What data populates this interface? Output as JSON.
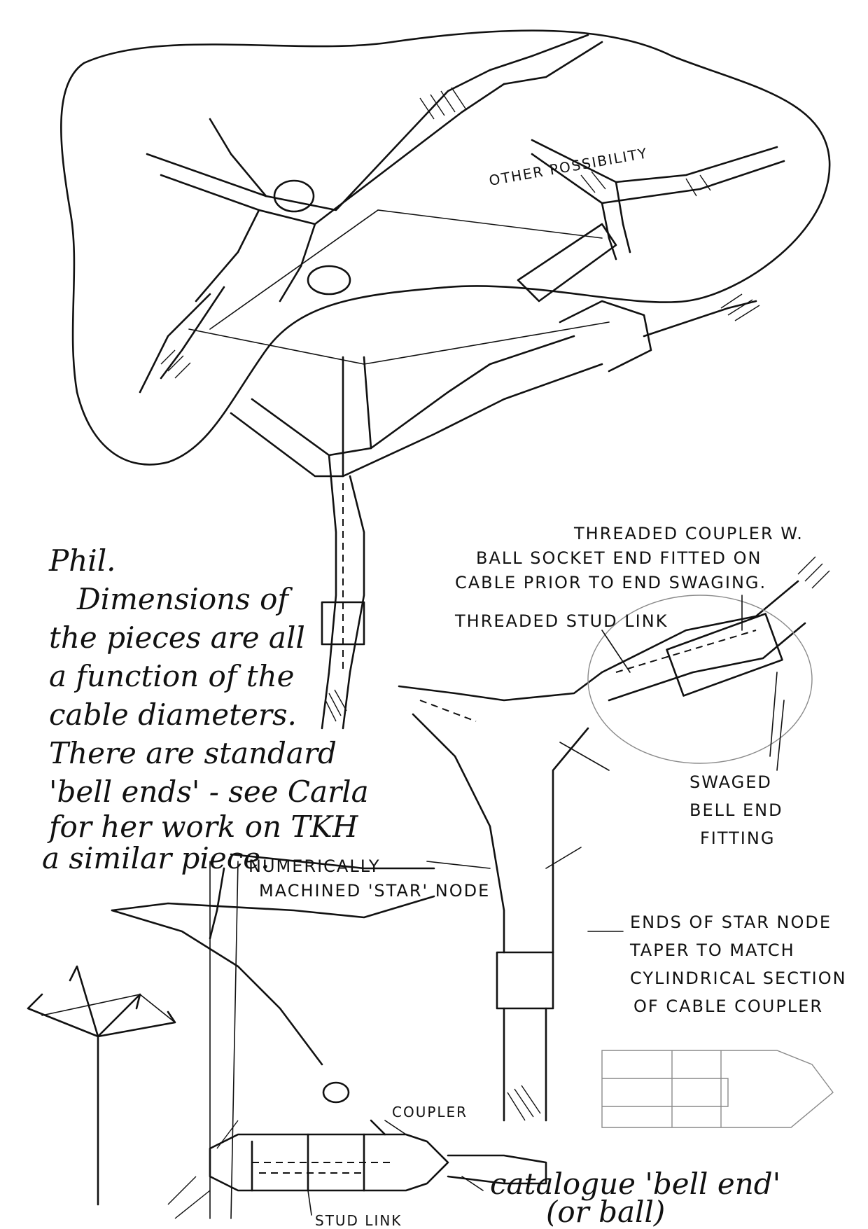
{
  "title": "",
  "annotations": {
    "other_possibility": "OTHER POSSIBILITY",
    "coupler_note": [
      "THREADED COUPLER W.",
      "BALL SOCKET  END FITTED ON",
      "CABLE PRIOR TO  END SWAGING."
    ],
    "stud_link_note": "THREADED STUD LINK",
    "swaged_note": [
      "SWAGED",
      "BELL END",
      "FITTING"
    ],
    "machined_note": [
      "NUMERICALLY",
      "MACHINED 'STAR' NODE"
    ],
    "ends_note": [
      "ENDS OF STAR NODE",
      "TAPER TO  MATCH",
      "CYLINDRICAL SECTION",
      "OF CABLE COUPLER"
    ],
    "coupler_label": "COUPLER",
    "catalogue_note": [
      "catalogue 'bell end'",
      "(or ball)"
    ],
    "stud_link_label": "STUD LINK"
  },
  "handwritten_note": {
    "heading": "Phil.",
    "lines": [
      "Dimensions of",
      "the pieces are all",
      "a function of the",
      "cable diameters.",
      "There are standard",
      "'bell ends' - see Carla",
      "for her work on TKH",
      "a similar piece."
    ]
  },
  "colors": {
    "ink": "#111111",
    "paper": "#ffffff",
    "faint": "#8a8a8a"
  }
}
